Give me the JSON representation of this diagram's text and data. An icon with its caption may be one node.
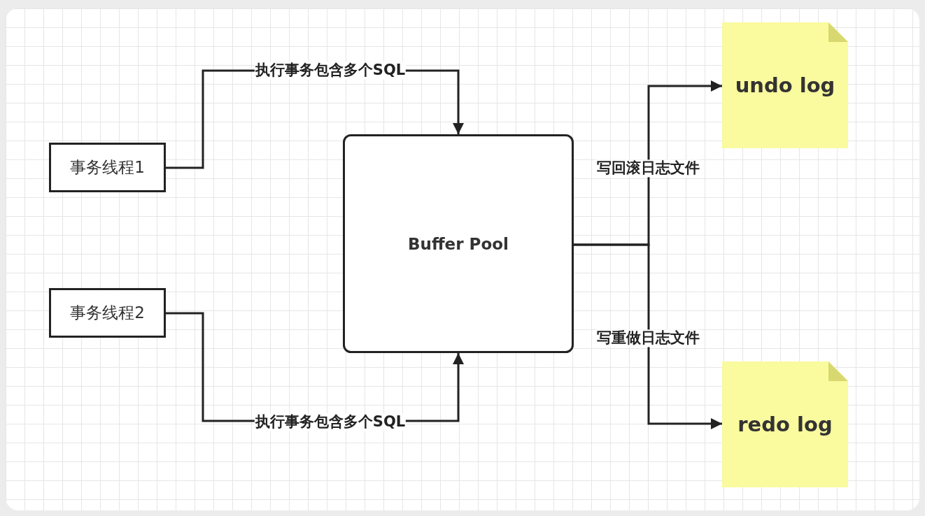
{
  "diagram": {
    "nodes": [
      {
        "text": [
          "事务线程1"
        ]
      },
      {
        "text": [
          "事务线程2"
        ]
      },
      {
        "text": [
          "Buffer Pool"
        ]
      },
      {
        "text": [
          "undo log"
        ]
      },
      {
        "text": [
          "redo log"
        ]
      }
    ],
    "edges": [
      {
        "from": 0,
        "to": 2,
        "arrow": "to",
        "label": "执行事务包含多个SQL"
      },
      {
        "from": 1,
        "to": 2,
        "arrow": "to",
        "label": "执行事务包含多个SQL"
      },
      {
        "from": 2,
        "to": 3,
        "arrow": "to",
        "label": "写回滚日志文件"
      },
      {
        "from": 2,
        "to": 4,
        "arrow": "to",
        "label": "写重做日志文件"
      }
    ]
  }
}
